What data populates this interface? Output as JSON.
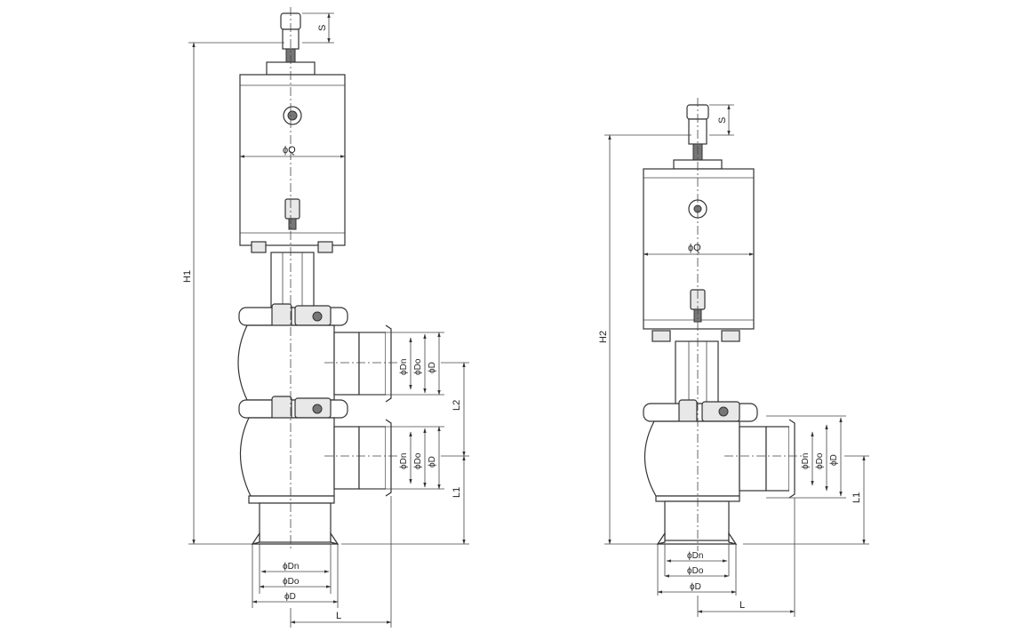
{
  "left_drawing": {
    "height_label": "H1",
    "stroke_label": "S",
    "actuator_diameter_label": "ϕQ",
    "upper_port_labels": [
      "ϕDn",
      "ϕDo",
      "ϕD"
    ],
    "lower_port_labels": [
      "ϕDn",
      "ϕDo",
      "ϕD"
    ],
    "bottom_port_labels": [
      "ϕDn",
      "ϕDo",
      "ϕD"
    ],
    "offset_label": "L",
    "port_spacing_label": "L2",
    "port_height_label": "L1"
  },
  "right_drawing": {
    "height_label": "H2",
    "stroke_label": "S",
    "actuator_diameter_label": "ϕQ",
    "side_port_labels": [
      "ϕDn",
      "ϕDo",
      "ϕD"
    ],
    "bottom_port_labels": [
      "ϕDn",
      "ϕDo",
      "ϕD"
    ],
    "offset_label": "L",
    "port_height_label": "L1"
  }
}
